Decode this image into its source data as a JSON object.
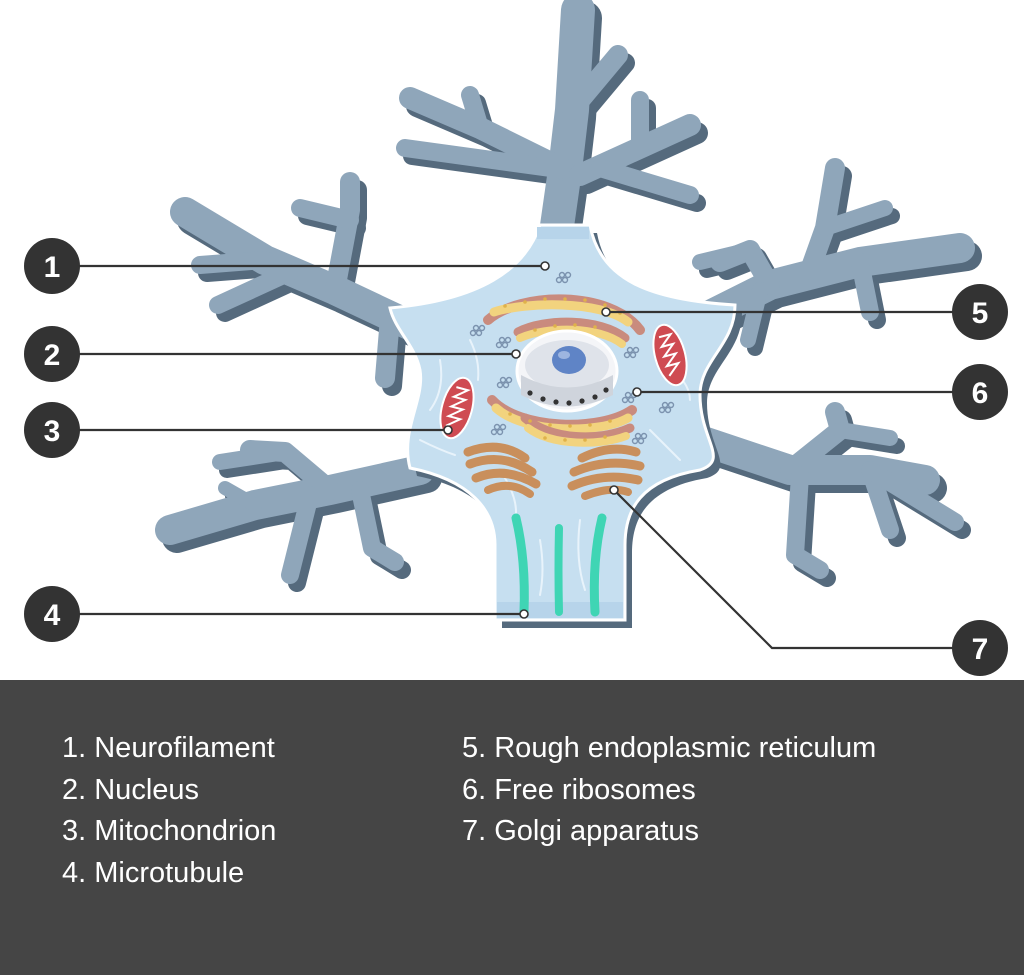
{
  "diagram": {
    "markers": [
      "1",
      "2",
      "3",
      "4",
      "5",
      "6",
      "7"
    ]
  },
  "legend": {
    "left": [
      "1. Neurofilament",
      "2. Nucleus",
      "3. Mitochondrion",
      "4. Microtubule"
    ],
    "right": [
      "5. Rough endoplasmic reticulum",
      "6. Free ribosomes",
      "7. Golgi apparatus"
    ]
  },
  "colors": {
    "dendrite": "#8fa6ba",
    "dendrite_shadow": "#556a7d",
    "cell_body": "#c6dff0",
    "nucleus": "#e8eaef",
    "nucleolus": "#5f84c6",
    "rough_er": "#f2d37e",
    "golgi": "#c98f5c",
    "mitochondrion": "#cf4b52",
    "microtubule": "#3fd5b4",
    "marker_fill": "#333333",
    "panel": "#454545"
  }
}
